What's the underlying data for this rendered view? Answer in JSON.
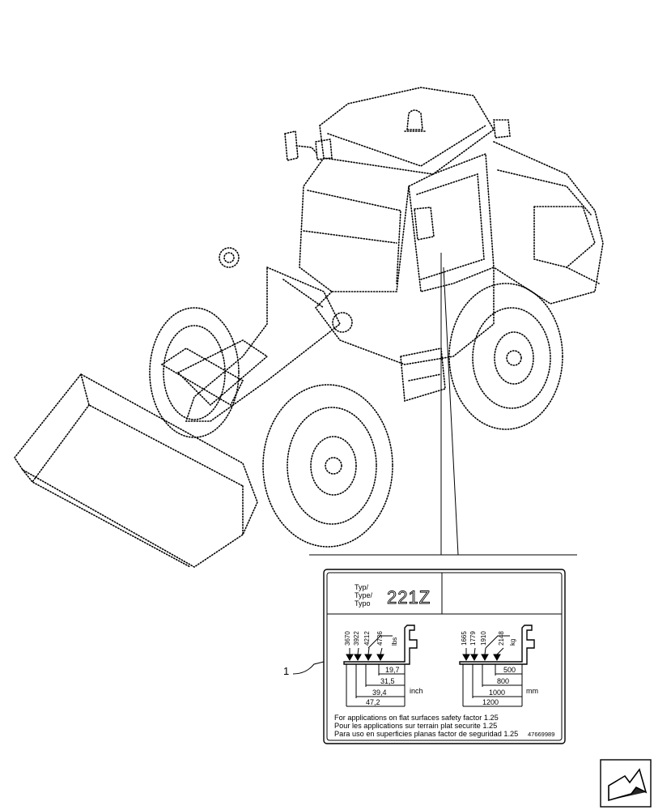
{
  "callout": {
    "number": "1"
  },
  "decal": {
    "type_label_lines": [
      "Typ/",
      "Type/",
      "Typo"
    ],
    "model": "221Z",
    "lbs_chart": {
      "values": [
        "3670",
        "3922",
        "4212",
        "4736"
      ],
      "unit": "lbs",
      "distances": [
        "19,7",
        "31,5",
        "39,4",
        "47,2"
      ],
      "distance_unit": "inch"
    },
    "kg_chart": {
      "values": [
        "1665",
        "1779",
        "1910",
        "2148"
      ],
      "unit": "kg",
      "distances": [
        "500",
        "800",
        "1000",
        "1200"
      ],
      "distance_unit": "mm"
    },
    "notes": [
      "For applications on flat surfaces safety factor 1.25",
      "Pour les applications sur terrain plat securite 1.25",
      "Para uso en superficies planas factor de seguridad 1.25"
    ],
    "part_number": "47669989"
  },
  "nav_icon": "next-page-arrow-icon"
}
